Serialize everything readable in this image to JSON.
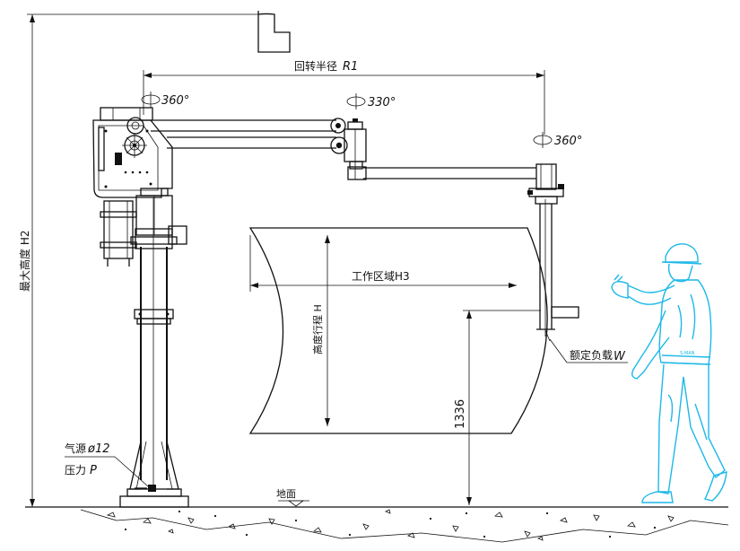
{
  "labels": {
    "rotation_radius": "回转半径",
    "rotation_radius_symbol": "R1",
    "rot_base": "360°",
    "rot_mid": "330°",
    "rot_end": "360°",
    "max_height": "最大高度 H2",
    "work_area": "工作区域H3",
    "stroke_height": "高度行程 H",
    "dim_1336": "1336",
    "rated_load": "额定负载",
    "rated_load_symbol": "W",
    "air_source": "气源",
    "air_source_symbol": "ø12",
    "pressure": "压力",
    "pressure_symbol": "P",
    "ground": "地面",
    "badge": "S-MAN"
  },
  "colors": {
    "line": "#111111",
    "operator": "#1db8e8"
  }
}
